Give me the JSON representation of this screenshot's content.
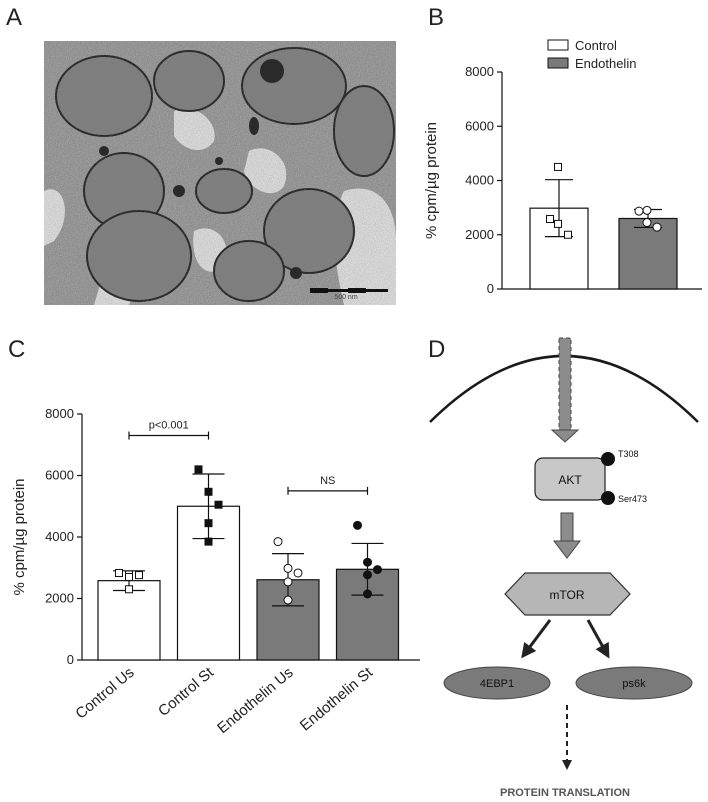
{
  "panels": {
    "a": "A",
    "b": "B",
    "c": "C",
    "d": "D"
  },
  "micrograph": {
    "scale_label": "500 nm"
  },
  "chart_data": [
    {
      "type": "bar",
      "panel": "B",
      "categories": [
        "Control",
        "Endothelin"
      ],
      "values": [
        2980,
        2600
      ],
      "error": [
        1050,
        330
      ],
      "points": [
        [
          4500,
          2580,
          2400,
          2000
        ],
        [
          2900,
          2870,
          2450,
          2280
        ]
      ],
      "colors": [
        "#ffffff",
        "#7a7a7a"
      ],
      "point_markers": [
        "open-square",
        "open-circle"
      ],
      "legend": [
        "Control",
        "Endothelin"
      ],
      "legend_position": "top",
      "ylabel": "% cpm/µg protein",
      "yticks": [
        "0",
        "2000",
        "4000",
        "6000",
        "8000"
      ],
      "ylim": [
        0,
        8000
      ]
    },
    {
      "type": "bar",
      "panel": "C",
      "categories": [
        "Control Us",
        "Control St",
        "Endothelin Us",
        "Endothelin St"
      ],
      "values": [
        2580,
        5000,
        2610,
        2950
      ],
      "error": [
        320,
        1050,
        850,
        840
      ],
      "points": [
        [
          2830,
          2780,
          2760,
          2700,
          2300
        ],
        [
          6200,
          5470,
          5050,
          4450,
          3850
        ],
        [
          3850,
          2980,
          2830,
          2540,
          1950
        ],
        [
          4380,
          3180,
          2940,
          2770,
          2150
        ]
      ],
      "colors": [
        "#ffffff",
        "#ffffff",
        "#7a7a7a",
        "#7a7a7a"
      ],
      "point_markers": [
        "open-square",
        "filled-square",
        "open-circle",
        "filled-circle"
      ],
      "ylabel": "% cpm/µg protein",
      "yticks": [
        "0",
        "2000",
        "4000",
        "6000",
        "8000"
      ],
      "ylim": [
        0,
        8000
      ],
      "annotations": [
        {
          "label": "p<0.001",
          "between": [
            0,
            1
          ],
          "y": 7300
        },
        {
          "label": "NS",
          "between": [
            2,
            3
          ],
          "y": 5500
        }
      ]
    }
  ],
  "diagram": {
    "akt": "AKT",
    "t308": "T308",
    "ser473": "Ser473",
    "mtor": "mTOR",
    "ebp1": "4EBP1",
    "ps6k": "ps6k",
    "translation": "PROTEIN TRANSLATION"
  }
}
